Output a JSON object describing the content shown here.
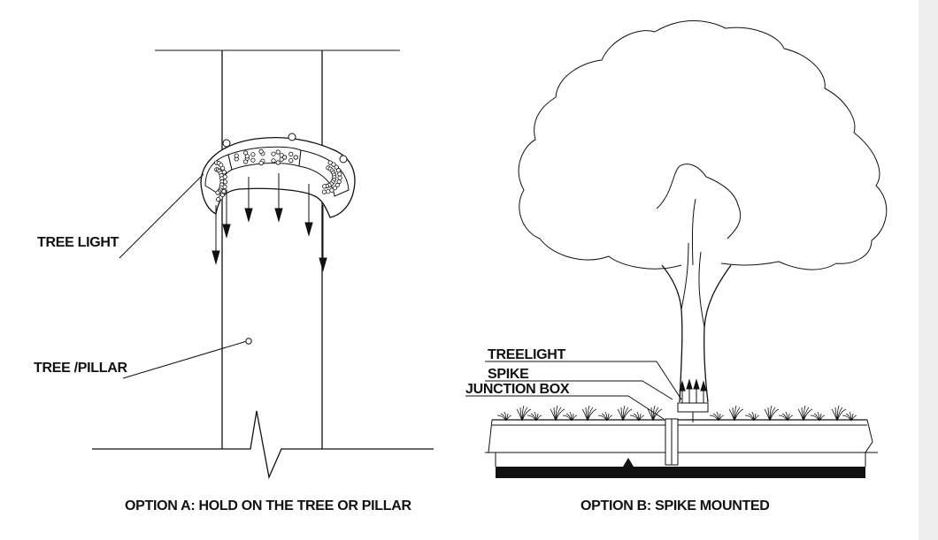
{
  "option_a": {
    "callout_tree_light": "TREE LIGHT",
    "callout_tree_pillar": "TREE /PILLAR",
    "caption": "OPTION A: HOLD ON THE TREE OR PILLAR"
  },
  "option_b": {
    "callout_treelight": "TREELIGHT",
    "callout_spike": "SPIKE",
    "callout_junction_box": "JUNCTION BOX",
    "caption": "OPTION B: SPIKE MOUNTED"
  },
  "colors": {
    "ink": "#111111",
    "background": "#ffffff",
    "edge": "#eeeeee"
  }
}
